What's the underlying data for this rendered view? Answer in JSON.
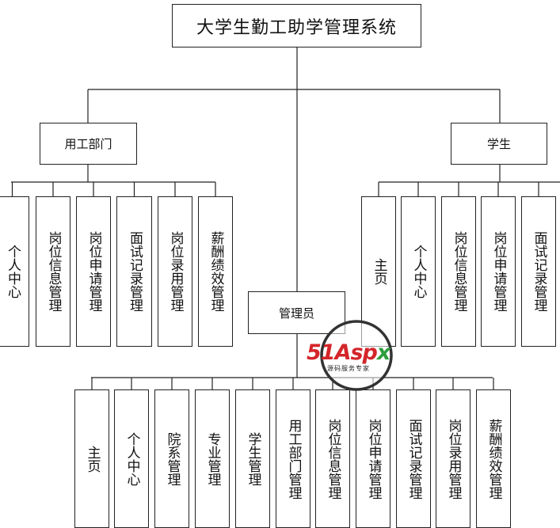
{
  "root": {
    "title": "大学生勤工助学管理系统"
  },
  "left_group": {
    "title": "用工部门",
    "items": [
      "个人中心",
      "岗位信息管理",
      "岗位申请管理",
      "面试记录管理",
      "岗位录用管理",
      "薪酬绩效管理"
    ]
  },
  "right_group": {
    "title": "学生",
    "items": [
      "主页",
      "个人中心",
      "岗位信息管理",
      "岗位申请管理",
      "面试记录管理"
    ]
  },
  "admin_group": {
    "title": "管理员",
    "items": [
      "主页",
      "个人中心",
      "院系管理",
      "专业管理",
      "学生管理",
      "用工部门管理",
      "岗位信息管理",
      "岗位申请管理",
      "面试记录管理",
      "岗位录用管理",
      "薪酬绩效管理"
    ]
  },
  "watermark": {
    "brand_main": "51Asp",
    "brand_x": "x",
    "tagline": "源码服务专家"
  }
}
